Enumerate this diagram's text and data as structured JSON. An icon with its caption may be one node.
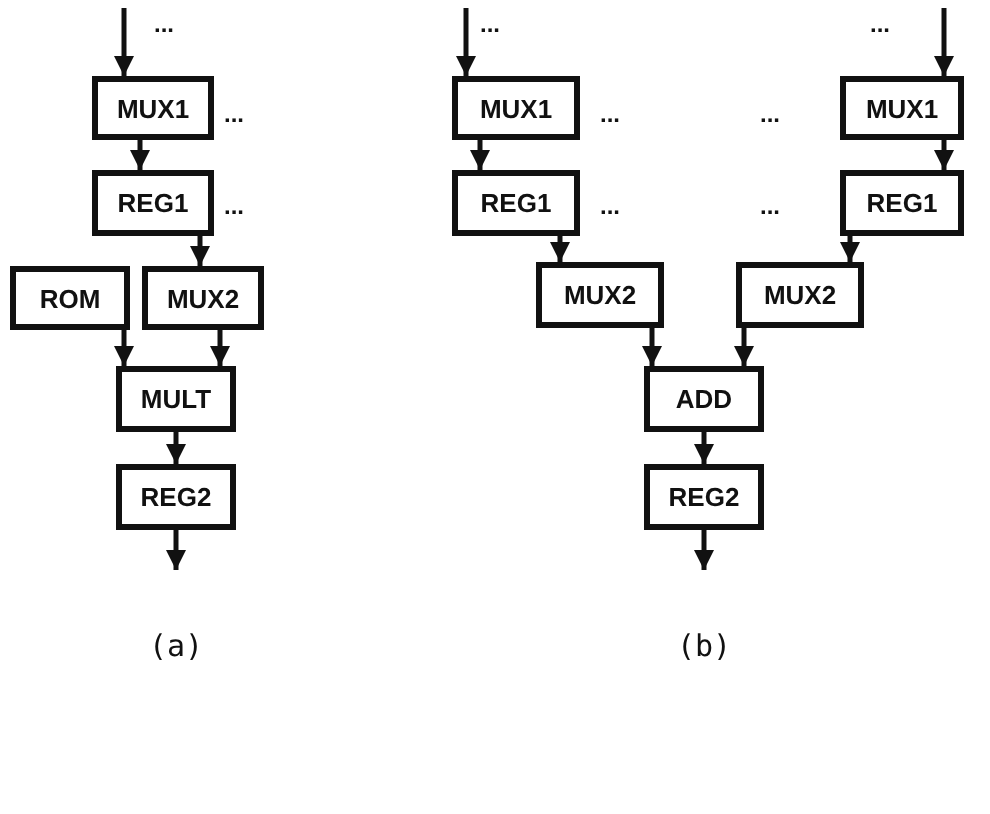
{
  "diagram": {
    "nodes": [
      {
        "text": [
          "MUX1"
        ]
      },
      {
        "text": [
          "REG1"
        ]
      },
      {
        "text": [
          "ROM"
        ]
      },
      {
        "text": [
          "MUX2"
        ]
      },
      {
        "text": [
          "MULT"
        ]
      },
      {
        "text": [
          "REG2"
        ]
      },
      {
        "text": [
          "MUX1"
        ]
      },
      {
        "text": [
          "MUX1"
        ]
      },
      {
        "text": [
          "REG1"
        ]
      },
      {
        "text": [
          "REG1"
        ]
      },
      {
        "text": [
          "MUX2"
        ]
      },
      {
        "text": [
          "MUX2"
        ]
      },
      {
        "text": [
          "ADD"
        ]
      },
      {
        "text": [
          "REG2"
        ]
      }
    ],
    "edges": [
      {
        "from": null,
        "to": 0,
        "arrow": "to"
      },
      {
        "from": 0,
        "to": 1,
        "arrow": "to"
      },
      {
        "from": 1,
        "to": 3,
        "arrow": "to"
      },
      {
        "from": 2,
        "to": 4,
        "arrow": "to"
      },
      {
        "from": 3,
        "to": 4,
        "arrow": "to"
      },
      {
        "from": 4,
        "to": 5,
        "arrow": "to"
      },
      {
        "from": 5,
        "to": null,
        "arrow": "to"
      },
      {
        "from": null,
        "to": 6,
        "arrow": "to"
      },
      {
        "from": null,
        "to": 7,
        "arrow": "to"
      },
      {
        "from": 6,
        "to": 8,
        "arrow": "to"
      },
      {
        "from": 7,
        "to": 9,
        "arrow": "to"
      },
      {
        "from": 8,
        "to": 10,
        "arrow": "to"
      },
      {
        "from": 9,
        "to": 11,
        "arrow": "to"
      },
      {
        "from": 10,
        "to": 12,
        "arrow": "to"
      },
      {
        "from": 11,
        "to": 12,
        "arrow": "to"
      },
      {
        "from": 12,
        "to": 13,
        "arrow": "to"
      },
      {
        "from": 13,
        "to": null,
        "arrow": "to"
      }
    ],
    "labels": [
      "...",
      "...",
      "...",
      "(a)",
      "...",
      "...",
      "...",
      "...",
      "...",
      "...",
      "(b)"
    ]
  }
}
